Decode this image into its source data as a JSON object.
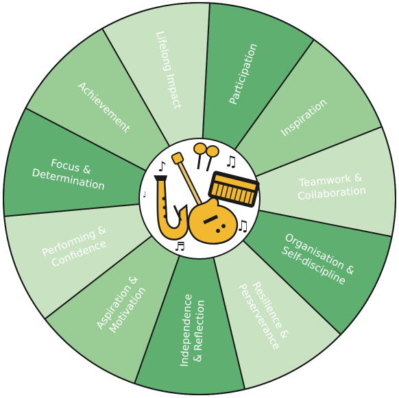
{
  "wheel": {
    "colors": {
      "dark": "#5fb070",
      "medium": "#9acd96",
      "light": "#c9e3c2",
      "stroke": "#1a1a1a",
      "hub": "#ffffff",
      "text": "#ffffff"
    },
    "segments": [
      {
        "lines": [
          "Participation"
        ],
        "shade": "dark"
      },
      {
        "lines": [
          "Inspiration"
        ],
        "shade": "medium"
      },
      {
        "lines": [
          "Teamwork &",
          "Collaboration"
        ],
        "shade": "light"
      },
      {
        "lines": [
          "Organisation &",
          "Self-discipline"
        ],
        "shade": "dark"
      },
      {
        "lines": [
          "Resilience &",
          "Perserverance"
        ],
        "shade": "light"
      },
      {
        "lines": [
          "Independence",
          "& Reflection"
        ],
        "shade": "dark"
      },
      {
        "lines": [
          "Aspiration &",
          "Motivation"
        ],
        "shade": "medium"
      },
      {
        "lines": [
          "Performing &",
          "Confidence"
        ],
        "shade": "light"
      },
      {
        "lines": [
          "Focus &",
          "Determination"
        ],
        "shade": "dark"
      },
      {
        "lines": [
          "Achievement"
        ],
        "shade": "medium"
      },
      {
        "lines": [
          "Lifelong Impact"
        ],
        "shade": "light"
      }
    ],
    "hub_icons": [
      "saxophone-icon",
      "electric-guitar-icon",
      "maracas-icon",
      "keyboard-icon",
      "music-note-icon"
    ]
  }
}
